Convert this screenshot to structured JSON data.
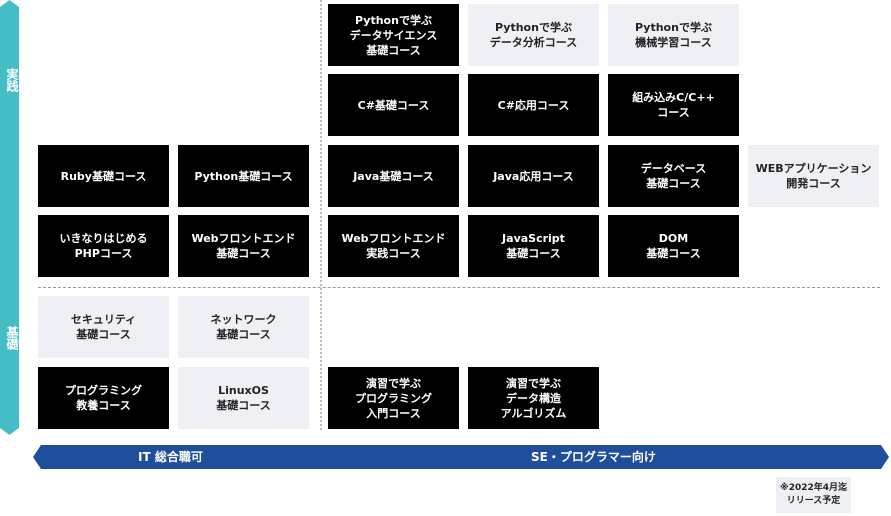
{
  "axis": {
    "vertical_top": "実践",
    "vertical_bottom": "基礎",
    "horizontal_left": "IT 総合職可",
    "horizontal_right": "SE・プログラマー向け"
  },
  "courses": {
    "py_ds": "Pythonで学ぶ\nデータサイエンス\n基礎コース",
    "py_da": "Pythonで学ぶ\nデータ分析コース",
    "py_ml": "Pythonで学ぶ\n機械学習コース",
    "cs_basic": "C#基礎コース",
    "cs_adv": "C#応用コース",
    "embedded": "組み込みC/C++\nコース",
    "ruby": "Ruby基礎コース",
    "python": "Python基礎コース",
    "java_basic": "Java基礎コース",
    "java_adv": "Java応用コース",
    "database": "データベース\n基礎コース",
    "webapp": "WEBアプリケーション\n開発コース",
    "php": "いきなりはじめる\nPHPコース",
    "web_front": "Webフロントエンド\n基礎コース",
    "web_front_prac": "Webフロントエンド\n実践コース",
    "javascript": "JavaScript\n基礎コース",
    "dom": "DOM\n基礎コース",
    "security": "セキュリティ\n基礎コース",
    "network": "ネットワーク\n基礎コース",
    "programming": "プログラミング\n教養コース",
    "linux": "LinuxOS\n基礎コース",
    "prog_intro": "演習で学ぶ\nプログラミング\n入門コース",
    "algo": "演習で学ぶ\nデータ構造\nアルゴリズム"
  },
  "note": "※2022年4月迄\nリリース予定"
}
